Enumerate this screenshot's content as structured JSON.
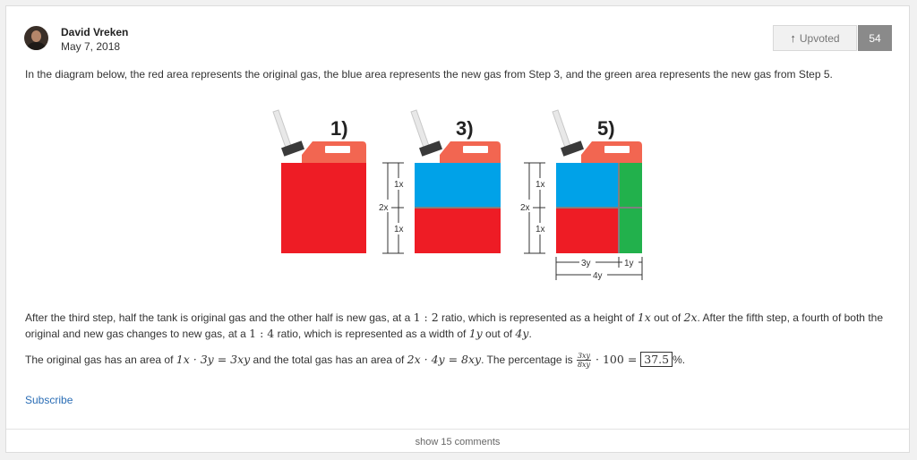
{
  "post": {
    "author": "David Vreken",
    "date": "May 7, 2018",
    "upvote_label": "Upvoted",
    "upvote_count": "54"
  },
  "paragraph1": "In the diagram below, the red area represents the original gas, the blue area represents the new gas from Step 3, and the green area represents the new gas from Step 5.",
  "diagram": {
    "step_labels": [
      "1)",
      "3)",
      "5)"
    ],
    "height_labels": {
      "half": "1x",
      "full": "2x"
    },
    "width_labels": {
      "three": "3y",
      "one": "1y",
      "four": "4y"
    },
    "colors": {
      "red": "#ee1c25",
      "blue": "#00a2e8",
      "green": "#22b14c",
      "cap": "#f26651",
      "nozzle": "#e8e8e8",
      "grey": "#808080"
    }
  },
  "paragraph2": {
    "t1": "After the third step, half the tank is original gas and the other half is new gas, at a ",
    "m1": "1 : 2",
    "t2": " ratio, which is represented as a height of ",
    "m2": "1x",
    "t3": " out of ",
    "m3": "2x",
    "t4": ". After the fifth step, a fourth of both the original and new gas changes to new gas, at a ",
    "m4": "1 : 4",
    "t5": " ratio, which is represented as a width of ",
    "m5": "1y",
    "t6": " out of ",
    "m6": "4y",
    "t7": "."
  },
  "paragraph3": {
    "t1": "The original gas has an area of ",
    "m1": "1x · 3y = 3xy",
    "t2": " and the total gas has an area of ",
    "m2": "2x · 4y = 8xy",
    "t3": ". The percentage is ",
    "frac_num": "3xy",
    "frac_den": "8xy",
    "m3": " · 100 = ",
    "answer": "37.5",
    "t4": "%."
  },
  "subscribe_label": "Subscribe",
  "footer_label": "show 15 comments"
}
